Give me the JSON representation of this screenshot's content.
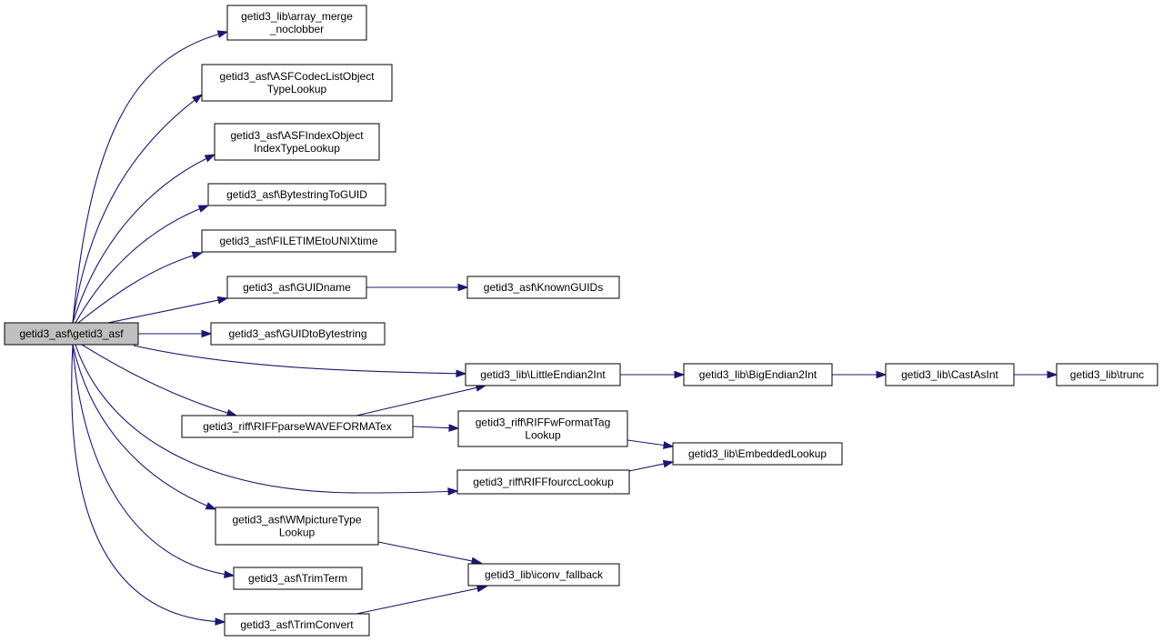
{
  "graph": {
    "type": "call-graph",
    "colors": {
      "edge": "#191970",
      "root_fill": "#bfbfbf",
      "node_fill": "#ffffff",
      "node_border": "#000000"
    },
    "nodes": {
      "root": {
        "lines": [
          "getid3_asf\\getid3_asf"
        ]
      },
      "merge": {
        "lines": [
          "getid3_lib\\array_merge",
          "_noclobber"
        ]
      },
      "codec": {
        "lines": [
          "getid3_asf\\ASFCodecListObject",
          "TypeLookup"
        ]
      },
      "index": {
        "lines": [
          "getid3_asf\\ASFIndexObject",
          "IndexTypeLookup"
        ]
      },
      "bytes2g": {
        "lines": [
          "getid3_asf\\BytestringToGUID"
        ]
      },
      "filetime": {
        "lines": [
          "getid3_asf\\FILETIMEtoUNIXtime"
        ]
      },
      "guidname": {
        "lines": [
          "getid3_asf\\GUIDname"
        ]
      },
      "known": {
        "lines": [
          "getid3_asf\\KnownGUIDs"
        ]
      },
      "g2bytes": {
        "lines": [
          "getid3_asf\\GUIDtoBytestring"
        ]
      },
      "le2int": {
        "lines": [
          "getid3_lib\\LittleEndian2Int"
        ]
      },
      "be2int": {
        "lines": [
          "getid3_lib\\BigEndian2Int"
        ]
      },
      "castint": {
        "lines": [
          "getid3_lib\\CastAsInt"
        ]
      },
      "trunc": {
        "lines": [
          "getid3_lib\\trunc"
        ]
      },
      "riffwave": {
        "lines": [
          "getid3_riff\\RIFFparseWAVEFORMATex"
        ]
      },
      "wformat": {
        "lines": [
          "getid3_riff\\RIFFwFormatTag",
          "Lookup"
        ]
      },
      "embedded": {
        "lines": [
          "getid3_lib\\EmbeddedLookup"
        ]
      },
      "fourcc": {
        "lines": [
          "getid3_riff\\RIFFfourccLookup"
        ]
      },
      "wmpicture": {
        "lines": [
          "getid3_asf\\WMpictureType",
          "Lookup"
        ]
      },
      "trimterm": {
        "lines": [
          "getid3_asf\\TrimTerm"
        ]
      },
      "iconv": {
        "lines": [
          "getid3_lib\\iconv_fallback"
        ]
      },
      "trimconv": {
        "lines": [
          "getid3_asf\\TrimConvert"
        ]
      }
    },
    "edges": [
      [
        "root",
        "merge"
      ],
      [
        "root",
        "codec"
      ],
      [
        "root",
        "index"
      ],
      [
        "root",
        "bytes2g"
      ],
      [
        "root",
        "filetime"
      ],
      [
        "root",
        "guidname"
      ],
      [
        "root",
        "g2bytes"
      ],
      [
        "root",
        "le2int"
      ],
      [
        "root",
        "riffwave"
      ],
      [
        "root",
        "fourcc"
      ],
      [
        "root",
        "wmpicture"
      ],
      [
        "root",
        "trimterm"
      ],
      [
        "root",
        "trimconv"
      ],
      [
        "guidname",
        "known"
      ],
      [
        "le2int",
        "be2int"
      ],
      [
        "be2int",
        "castint"
      ],
      [
        "castint",
        "trunc"
      ],
      [
        "riffwave",
        "le2int"
      ],
      [
        "riffwave",
        "wformat"
      ],
      [
        "wformat",
        "embedded"
      ],
      [
        "fourcc",
        "embedded"
      ],
      [
        "wmpicture",
        "iconv"
      ],
      [
        "trimconv",
        "iconv"
      ]
    ]
  }
}
